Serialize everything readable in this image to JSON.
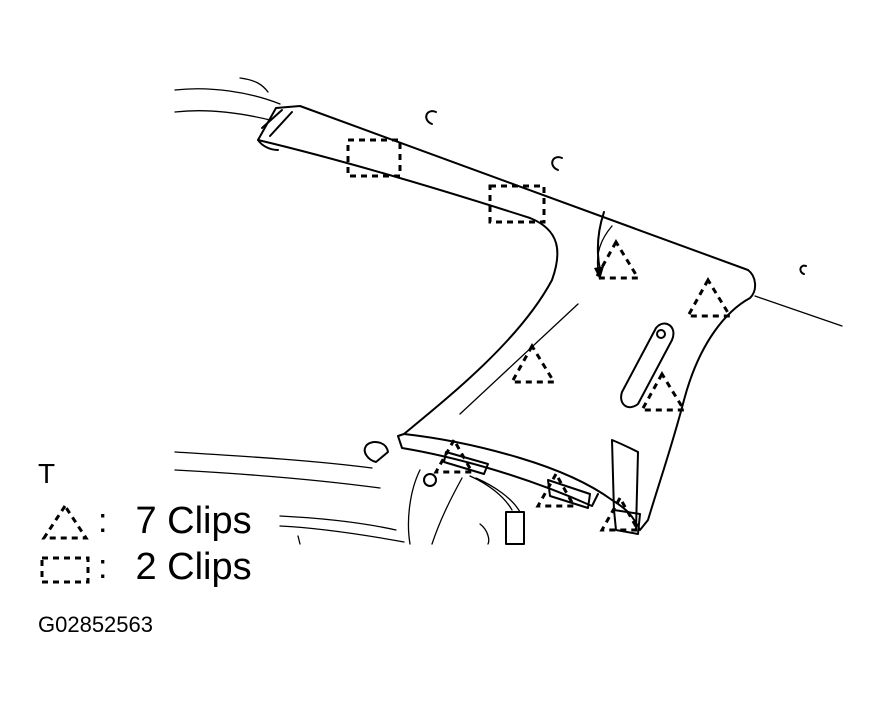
{
  "view_letter": "T",
  "legend": [
    {
      "symbol": "triangle-clip-icon",
      "text": "7 Clips"
    },
    {
      "symbol": "rectangle-clip-icon",
      "text": "2 Clips"
    }
  ],
  "figure_code": "G02852563"
}
